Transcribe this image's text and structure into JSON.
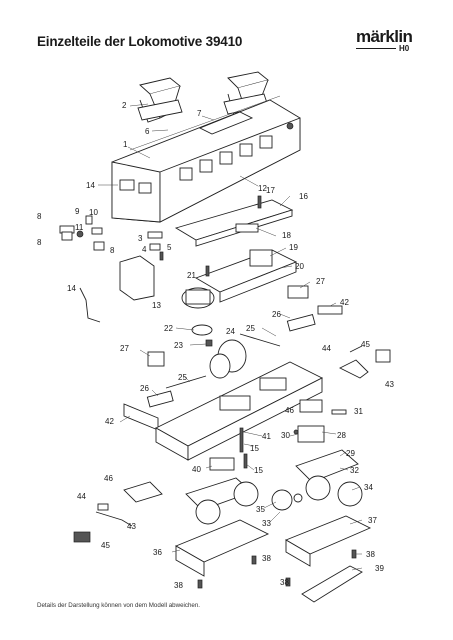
{
  "title": "Einzelteile der Lokomotive 39410",
  "logo": {
    "word": "märklin",
    "scale": "H0"
  },
  "footer": "Details der Darstellung können von dem Modell abweichen.",
  "part_numbers": {
    "p1": "1",
    "p2": "2",
    "p3": "3",
    "p4": "4",
    "p5": "5",
    "p6": "6",
    "p7": "7",
    "p8a": "8",
    "p8b": "8",
    "p8c": "8",
    "p9": "9",
    "p10": "10",
    "p11": "11",
    "p12": "12",
    "p13": "13",
    "p14a": "14",
    "p14b": "14",
    "p15a": "15",
    "p15b": "15",
    "p16": "16",
    "p17": "17",
    "p18": "18",
    "p19": "19",
    "p20": "20",
    "p21": "21",
    "p22": "22",
    "p23": "23",
    "p24": "24",
    "p25a": "25",
    "p25b": "25",
    "p26a": "26",
    "p26b": "26",
    "p27a": "27",
    "p27b": "27",
    "p28": "28",
    "p29": "29",
    "p30": "30",
    "p31": "31",
    "p32": "32",
    "p33": "33",
    "p34": "34",
    "p35": "35",
    "p36": "36",
    "p37": "37",
    "p38a": "38",
    "p38b": "38",
    "p38c": "38",
    "p38d": "38",
    "p39": "39",
    "p40": "40",
    "p41": "41",
    "p42a": "42",
    "p42b": "42",
    "p43a": "43",
    "p43b": "43",
    "p44a": "44",
    "p44b": "44",
    "p45a": "45",
    "p45b": "45",
    "p46a": "46",
    "p46b": "46"
  }
}
